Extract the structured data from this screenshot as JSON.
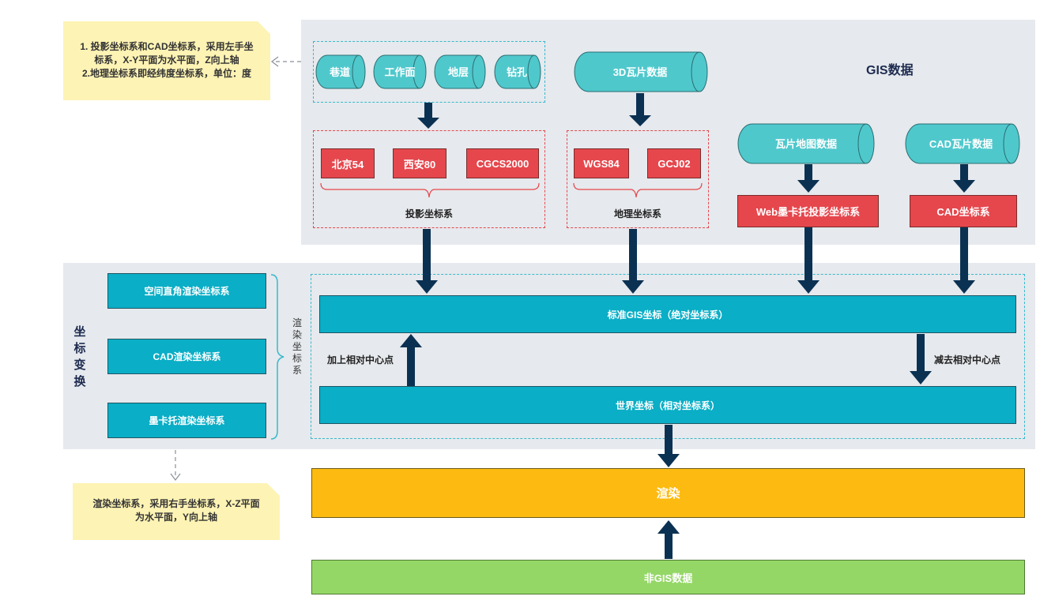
{
  "colors": {
    "panel": "#e6e9ed",
    "teal": "#4fc8cc",
    "red": "#e5474d",
    "dark_teal": "#0aaec6",
    "orange": "#fdbb11",
    "green": "#94d766",
    "navy": "#0b3152",
    "note": "#fdf3b4"
  },
  "note_top": {
    "line1": "1. 投影坐标系和CAD坐标系，采用左手坐",
    "line2": "标系，X-Y平面为水平面，Z向上轴",
    "line3": "2.地理坐标系即经纬度坐标系，单位：度"
  },
  "note_bottom": {
    "line1": "渲染坐标系，采用右手坐标系，X-Z平面",
    "line2": "为水平面，Y向上轴"
  },
  "gis": {
    "title": "GIS数据",
    "sources": [
      "巷道",
      "工作面",
      "地层",
      "钻孔"
    ],
    "tile3d": "3D瓦片数据",
    "tile_map": "瓦片地图数据",
    "cad_tile": "CAD瓦片数据",
    "projected": {
      "items": [
        "北京54",
        "西安80",
        "CGCS2000"
      ],
      "caption": "投影坐标系"
    },
    "geographic": {
      "items": [
        "WGS84",
        "GCJ02"
      ],
      "caption": "地理坐标系"
    },
    "web_mercator": "Web墨卡托投影坐标系",
    "cad_cs": "CAD坐标系"
  },
  "transform": {
    "title_chars": [
      "坐",
      "标",
      "变",
      "换"
    ],
    "render_systems": [
      "空间直角渲染坐标系",
      "CAD渲染坐标系",
      "墨卡托渲染坐标系"
    ],
    "render_label_chars": [
      "渲",
      "染",
      "坐",
      "标",
      "系"
    ],
    "standard_gis": "标准GIS坐标（绝对坐标系）",
    "world": "世界坐标（相对坐标系）",
    "add_center": "加上相对中心点",
    "sub_center": "减去相对中心点"
  },
  "render": "渲染",
  "non_gis": "非GIS数据"
}
